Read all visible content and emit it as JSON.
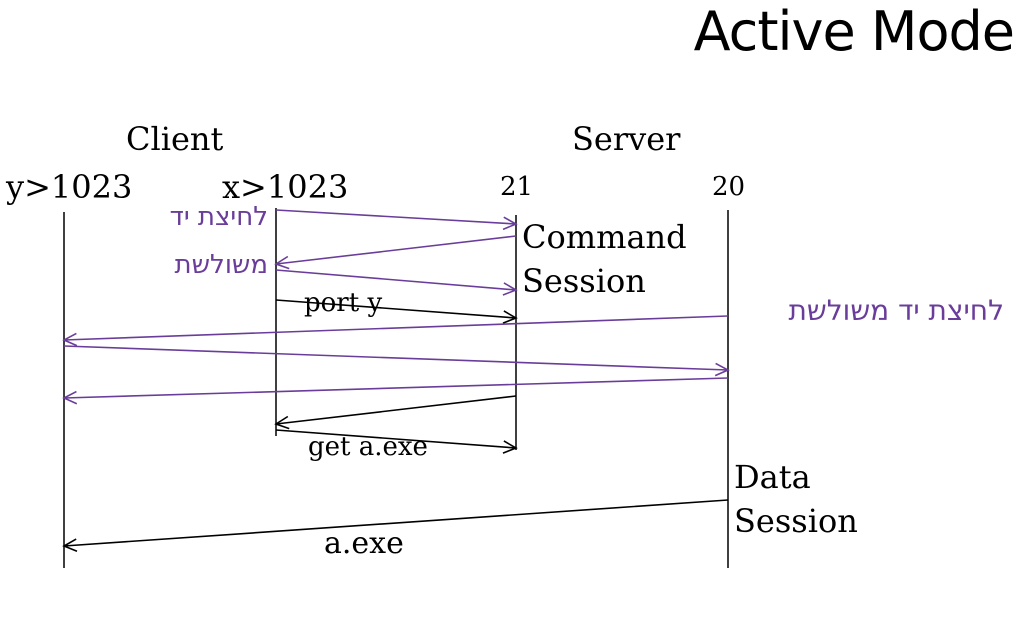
{
  "title": "Active Mode",
  "parties": {
    "client": "Client",
    "server": "Server"
  },
  "ports": {
    "client_data": "y>1023",
    "client_cmd": "x>1023",
    "server_cmd": "21",
    "server_data": "20"
  },
  "session_labels": {
    "command_line1": "Command",
    "command_line2": "Session",
    "data_line1": "Data",
    "data_line2": "Session"
  },
  "handshake_labels": {
    "command_line1": "לחיצת יד",
    "command_line2": "משולשת",
    "data": "לחיצת יד משולשת"
  },
  "messages": [
    {
      "from": "client_cmd",
      "to": "server_cmd",
      "label": "",
      "kind": "handshake"
    },
    {
      "from": "server_cmd",
      "to": "client_cmd",
      "label": "",
      "kind": "handshake"
    },
    {
      "from": "client_cmd",
      "to": "server_cmd",
      "label": "",
      "kind": "handshake"
    },
    {
      "from": "client_cmd",
      "to": "server_cmd",
      "label": "port y",
      "kind": "command"
    },
    {
      "from": "server_data",
      "to": "client_data",
      "label": "",
      "kind": "handshake"
    },
    {
      "from": "client_data",
      "to": "server_data",
      "label": "",
      "kind": "handshake"
    },
    {
      "from": "server_data",
      "to": "client_data",
      "label": "",
      "kind": "handshake"
    },
    {
      "from": "server_cmd",
      "to": "client_cmd",
      "label": "",
      "kind": "command"
    },
    {
      "from": "client_cmd",
      "to": "server_cmd",
      "label": "get a.exe",
      "kind": "command"
    },
    {
      "from": "server_data",
      "to": "client_data",
      "label": "a.exe",
      "kind": "data"
    }
  ],
  "colors": {
    "handshake": "#6a3d9a",
    "command": "#000000"
  }
}
